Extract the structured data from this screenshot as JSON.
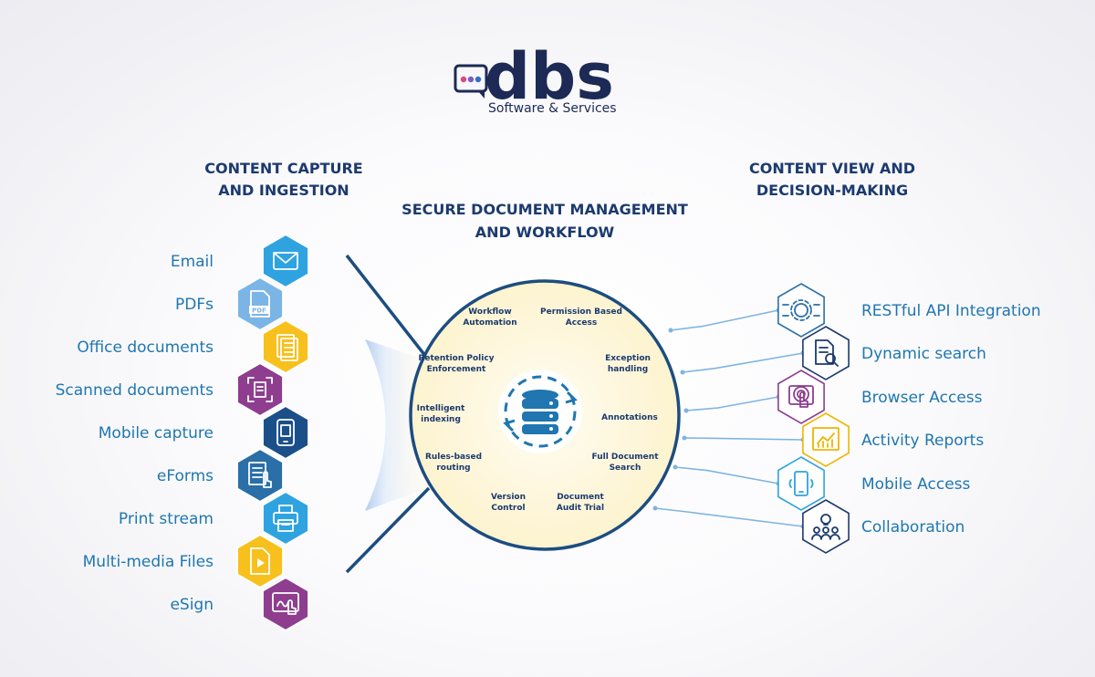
{
  "logo": {
    "wordmark": "dbs",
    "tagline": "Software & Services"
  },
  "sections": {
    "capture_title": [
      "CONTENT CAPTURE",
      "AND INGESTION"
    ],
    "management_title": [
      "SECURE DOCUMENT MANAGEMENT",
      "AND WORKFLOW"
    ],
    "view_title": [
      "CONTENT VIEW AND",
      "DECISION-MAKING"
    ]
  },
  "capture_items": [
    {
      "label": "Email",
      "icon": "envelope-icon",
      "color": "#2ea3e0"
    },
    {
      "label": "PDFs",
      "icon": "pdf-icon",
      "color": "#7bb5e6"
    },
    {
      "label": "Office documents",
      "icon": "office-documents-icon",
      "color": "#f7c01c"
    },
    {
      "label": "Scanned documents",
      "icon": "scan-icon",
      "color": "#8e3d8f"
    },
    {
      "label": "Mobile capture",
      "icon": "mobile-capture-icon",
      "color": "#1b4f8a"
    },
    {
      "label": "eForms",
      "icon": "eform-icon",
      "color": "#2a6fa8"
    },
    {
      "label": "Print stream",
      "icon": "printer-icon",
      "color": "#2ea3e0"
    },
    {
      "label": "Multi-media Files",
      "icon": "media-file-icon",
      "color": "#f7c01c"
    },
    {
      "label": "eSign",
      "icon": "esign-icon",
      "color": "#8e3d8f"
    }
  ],
  "management_features": [
    {
      "lines": [
        "Workflow",
        "Automation"
      ]
    },
    {
      "lines": [
        "Permission Based",
        "Access"
      ]
    },
    {
      "lines": [
        "Retention Policy",
        "Enforcement"
      ]
    },
    {
      "lines": [
        "Exception",
        "handling"
      ]
    },
    {
      "lines": [
        "Intelligent",
        "indexing"
      ]
    },
    {
      "lines": [
        "Annotations"
      ]
    },
    {
      "lines": [
        "Rules-based",
        "routing"
      ]
    },
    {
      "lines": [
        "Full Document",
        "Search"
      ]
    },
    {
      "lines": [
        "Version",
        "Control"
      ]
    },
    {
      "lines": [
        "Document",
        "Audit Trial"
      ]
    }
  ],
  "center_icon": "database-sync-icon",
  "view_items": [
    {
      "label": "RESTful API Integration",
      "icon": "api-gear-icon",
      "color": "#2a6fa8"
    },
    {
      "label": "Dynamic search",
      "icon": "document-search-icon",
      "color": "#1c3a6e"
    },
    {
      "label": "Browser Access",
      "icon": "touch-screen-icon",
      "color": "#8e3d8f"
    },
    {
      "label": "Activity Reports",
      "icon": "bar-chart-icon",
      "color": "#f0b400"
    },
    {
      "label": "Mobile Access",
      "icon": "mobile-phone-icon",
      "color": "#2ea3e0"
    },
    {
      "label": "Collaboration",
      "icon": "team-idea-icon",
      "color": "#1c3a6e"
    }
  ]
}
